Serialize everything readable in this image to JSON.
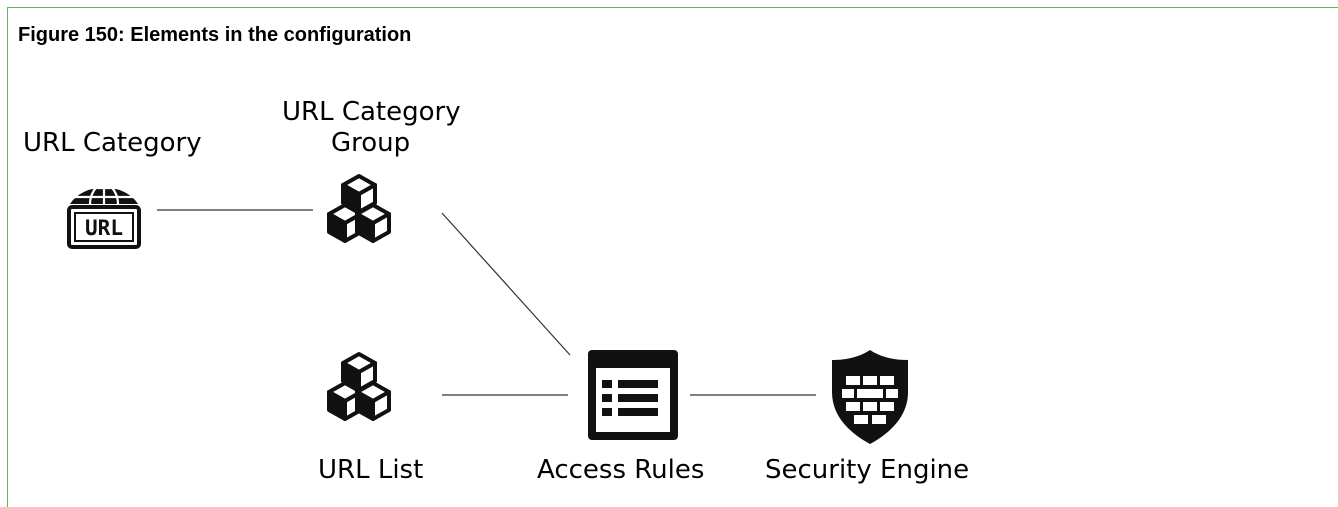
{
  "figure": {
    "title": "Figure 150: Elements in the configuration"
  },
  "nodes": {
    "url_category": {
      "label": "URL Category",
      "icon": "url-category-icon"
    },
    "url_category_group": {
      "label_line1": "URL Category",
      "label_line2": "Group",
      "icon": "cubes-icon"
    },
    "url_list": {
      "label": "URL List",
      "icon": "cubes-icon"
    },
    "access_rules": {
      "label": "Access Rules",
      "icon": "list-window-icon"
    },
    "security_engine": {
      "label": "Security Engine",
      "icon": "firewall-shield-icon"
    }
  },
  "colors": {
    "frame_border": "#5cb85c",
    "icon": "#111111",
    "connector": "#333333"
  }
}
